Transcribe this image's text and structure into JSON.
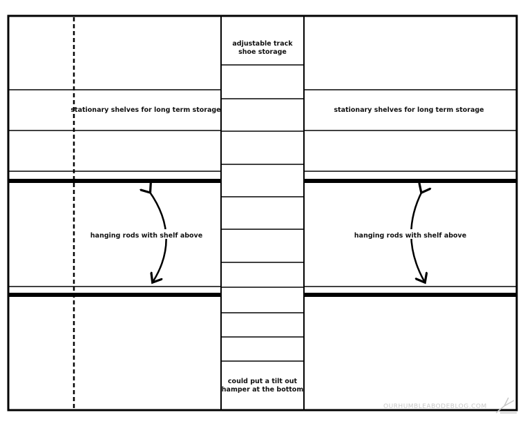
{
  "labels": {
    "shoe_storage_line1": "adjustable track",
    "shoe_storage_line2": "shoe storage",
    "left_shelves": "stationary shelves for long term storage",
    "right_shelves": "stationary shelves for long term storage",
    "left_rods": "hanging rods with shelf above",
    "right_rods": "hanging rods with shelf above",
    "hamper_line1": "could put a tilt out",
    "hamper_line2": "hamper at the bottom"
  },
  "watermark": "OURHUMBLEABODEBLOG.COM",
  "colors": {
    "line": "#000000",
    "watermark": "#c8c8c8"
  }
}
